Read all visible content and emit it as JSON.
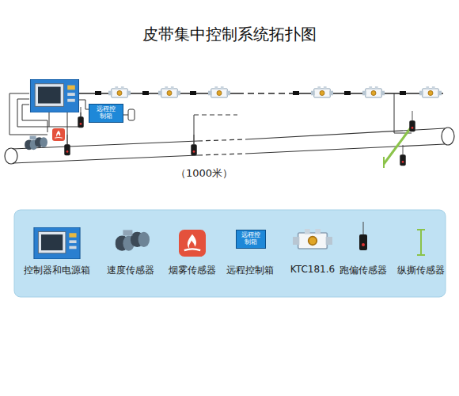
{
  "diagram": {
    "title": "皮带集中控制系统拓扑图",
    "nodes": [
      {
        "text": [
          "远程控制箱"
        ]
      },
      {
        "text": [
          "远程控制箱"
        ]
      }
    ],
    "labels": [
      "（1000米）"
    ],
    "legend": [
      {
        "text": "控制器和电源箱"
      },
      {
        "text": "速度传感器"
      },
      {
        "text": "烟雾传感器"
      },
      {
        "text": "远程控制箱"
      },
      {
        "text": "KTC181.6"
      },
      {
        "text": "跑偏传感器"
      },
      {
        "text": "纵撕传感器"
      }
    ]
  }
}
